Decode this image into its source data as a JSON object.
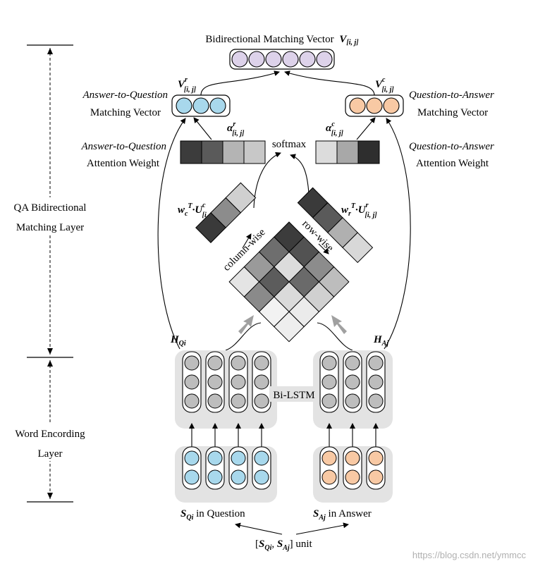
{
  "colors": {
    "question_node": "#a8d8ec",
    "answer_node": "#f8c9a4",
    "hidden_node": "#bdbdbd",
    "output_node": "#ddd2ea",
    "panel": "#e3e3e3"
  },
  "layers": {
    "qa_layer": [
      "QA Bidirectional",
      "Matching Layer"
    ],
    "word_layer": [
      "Word Encording",
      "Layer"
    ]
  },
  "top": {
    "title": "Bidirectional Matching Vector",
    "symbol": "V",
    "subscript": "[i, j]"
  },
  "left": {
    "vector_line1": "Answer-to-Question",
    "vector_line2": "Matching Vector",
    "vector_symbol": "V",
    "vector_sup": "r",
    "vector_sub": "[i, j]",
    "weight_line1": "Answer-to-Question",
    "weight_line2": "Attention Weight",
    "alpha": "α",
    "alpha_sup": "r",
    "alpha_sub": "[i, j]",
    "proj": "w",
    "proj_sub": "c",
    "proj_sup": "T",
    "proj_mid": "·U",
    "proj_u_sup": "c",
    "proj_u_sub": "[i, j]",
    "wise": "column-wise",
    "hidden_label": "H",
    "hidden_sub": "Qi"
  },
  "right": {
    "vector_line1": "Question-to-Answer",
    "vector_line2": "Matching Vector",
    "vector_symbol": "V",
    "vector_sup": "c",
    "vector_sub": "[i, j]",
    "weight_line1": "Question-to-Answer",
    "weight_line2": "Attention Weight",
    "alpha": "α",
    "alpha_sup": "c",
    "alpha_sub": "[i, j]",
    "proj": "w",
    "proj_sub": "r",
    "proj_sup": "T",
    "proj_mid": "·U",
    "proj_u_sup": "r",
    "proj_u_sub": "[i, j]",
    "wise": "row-wise",
    "hidden_label": "H",
    "hidden_sub": "Aj"
  },
  "softmax": "softmax",
  "bilstm": "Bi-LSTM",
  "bottom": {
    "question_symbol": "S",
    "question_sub": "Qi",
    "question_text": " in Question",
    "answer_symbol": "S",
    "answer_sub": "Aj",
    "answer_text": " in Answer",
    "unit_open": "[",
    "unit_s1": "S",
    "unit_sub1": "Qi",
    "unit_comma": ", ",
    "unit_s2": "S",
    "unit_sub2": "Aj",
    "unit_close": "] unit"
  },
  "attention_weights": {
    "left": [
      "#3c3c3c",
      "#5a5a5a",
      "#b4b4b4",
      "#c8c8c8"
    ],
    "right": [
      "#dcdcdc",
      "#a8a8a8",
      "#2e2e2e"
    ]
  },
  "projection_cells": {
    "left": [
      "#d0d0d0",
      "#8c8c8c",
      "#3a3a3a"
    ],
    "right": [
      "#3a3a3a",
      "#5a5a5a",
      "#b0b0b0",
      "#d8d8d8"
    ]
  },
  "matrix_cells": [
    [
      "#3c3c3c",
      "#525252",
      "#8c8c8c",
      "#bdbdbd"
    ],
    [
      "#6e6e6e",
      "#dcdcdc",
      "#6a6a6a",
      "#d0d0d0"
    ],
    [
      "#9a9a9a",
      "#5c5c5c",
      "#dadada",
      "#ebebeb"
    ],
    [
      "#e4e4e4",
      "#8a8a8a",
      "#f2f2f2",
      "#eeeeee"
    ]
  ],
  "watermark": "https://blog.csdn.net/ymmcc"
}
